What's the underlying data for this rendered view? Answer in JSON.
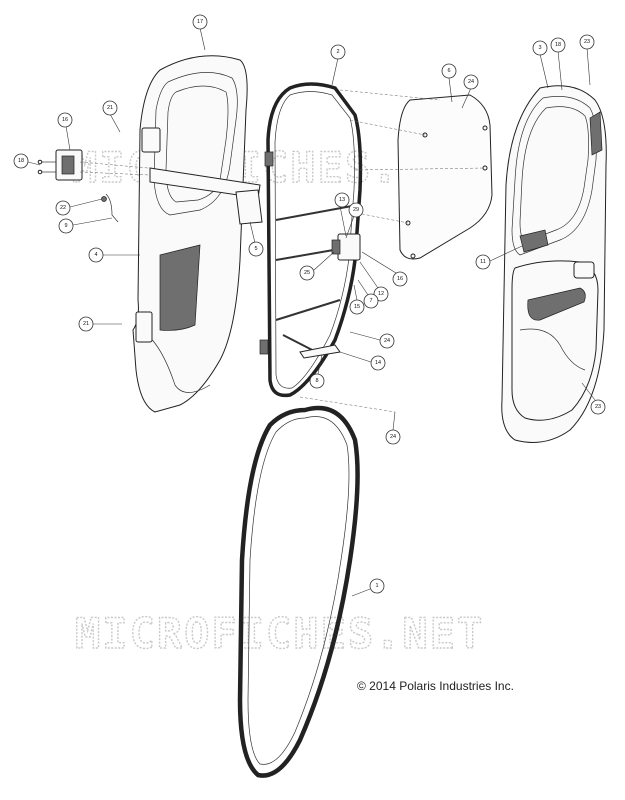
{
  "watermark": "MICROFICHES.NET",
  "copyright": "© 2014 Polaris Industries Inc.",
  "callouts": [
    "17",
    "2",
    "6",
    "24",
    "3",
    "18",
    "23",
    "21",
    "16",
    "18",
    "22",
    "9",
    "4",
    "5",
    "13",
    "29",
    "25",
    "12",
    "16",
    "7",
    "15",
    "11",
    "21",
    "24",
    "14",
    "8",
    "23",
    "24",
    "1"
  ]
}
